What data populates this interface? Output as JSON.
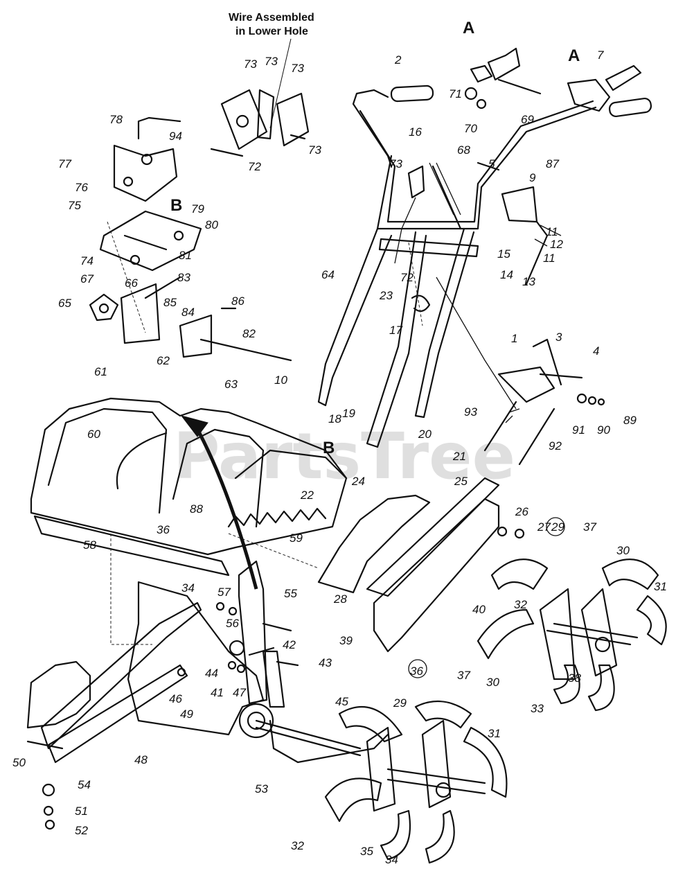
{
  "note": {
    "line1": "Wire Assembled",
    "line2": "in Lower Hole"
  },
  "watermark": "PartsTree",
  "callouts": [
    "A",
    "A",
    "B",
    "B"
  ],
  "labels": [
    "2",
    "7",
    "16",
    "68",
    "5",
    "9",
    "87",
    "71",
    "70",
    "69",
    "73",
    "73",
    "73",
    "73",
    "73",
    "72",
    "78",
    "94",
    "77",
    "76",
    "75",
    "79",
    "80",
    "74",
    "67",
    "81",
    "66",
    "83",
    "65",
    "85",
    "84",
    "86",
    "82",
    "64",
    "72",
    "15",
    "11",
    "12",
    "11",
    "14",
    "13",
    "23",
    "17",
    "1",
    "3",
    "4",
    "62",
    "63",
    "10",
    "61",
    "60",
    "18",
    "19",
    "20",
    "21",
    "24",
    "22",
    "93",
    "91",
    "90",
    "89",
    "92",
    "25",
    "26",
    "27",
    "29",
    "37",
    "30",
    "31",
    "32",
    "36",
    "88",
    "58",
    "59",
    "40",
    "28",
    "39",
    "38",
    "33",
    "34",
    "57",
    "56",
    "55",
    "42",
    "43",
    "44",
    "41",
    "47",
    "46",
    "49",
    "48",
    "50",
    "54",
    "51",
    "52",
    "53",
    "45",
    "36",
    "29",
    "37",
    "30",
    "31",
    "32",
    "35",
    "34",
    "33"
  ]
}
